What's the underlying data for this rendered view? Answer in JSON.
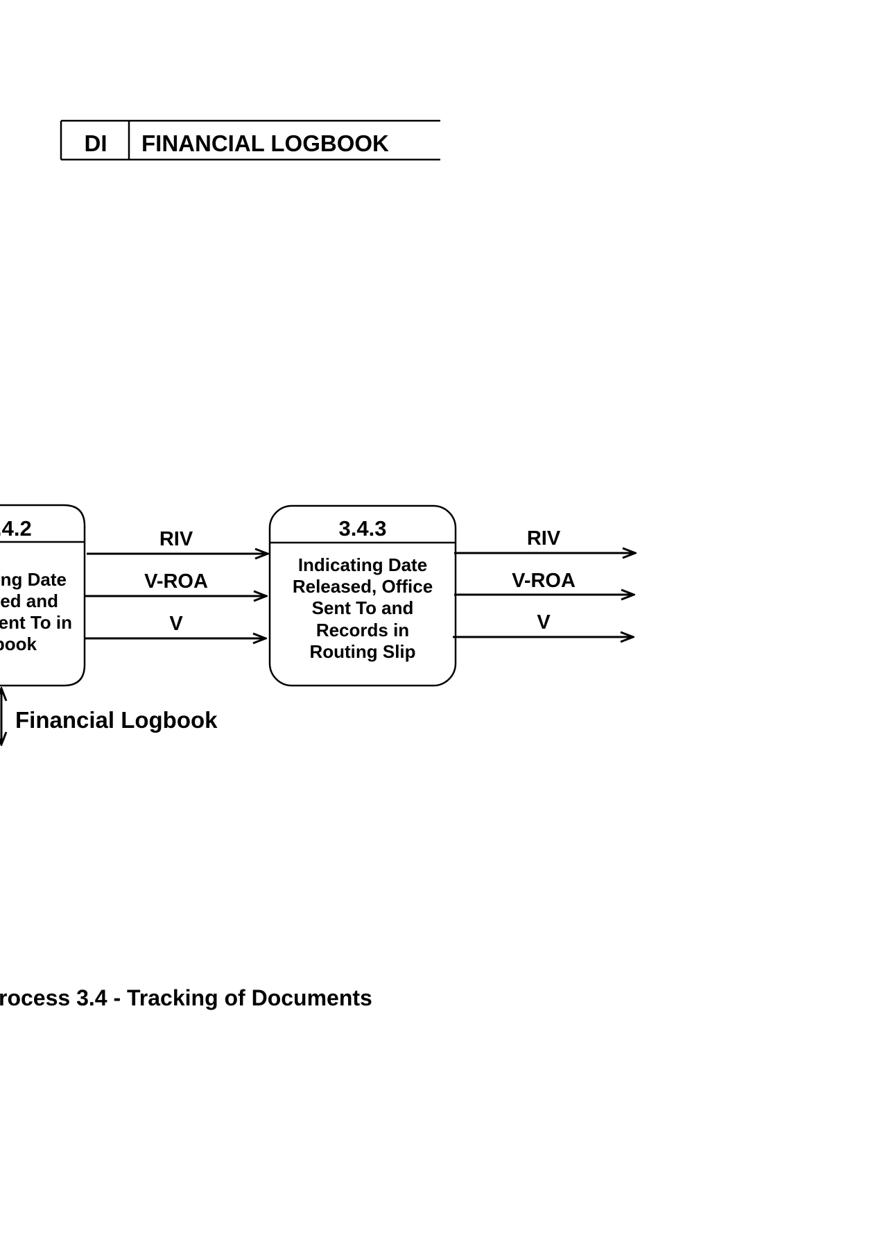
{
  "data_store": {
    "id": "DI",
    "name": "FINANCIAL LOGBOOK"
  },
  "process_left": {
    "id_fragment": ".4.2",
    "lines": [
      "ng Date",
      "ed and",
      "ent To in",
      "book"
    ]
  },
  "process_right": {
    "id": "3.4.3",
    "lines": [
      "Indicating Date",
      "Released, Office",
      "Sent To and",
      "Records in",
      "Routing Slip"
    ]
  },
  "flows_between": [
    "RIV",
    "V-ROA",
    "V"
  ],
  "flows_out": [
    "RIV",
    "V-ROA",
    "V"
  ],
  "store_link_label": "Financial Logbook",
  "caption": "rocess 3.4 - Tracking of Documents"
}
